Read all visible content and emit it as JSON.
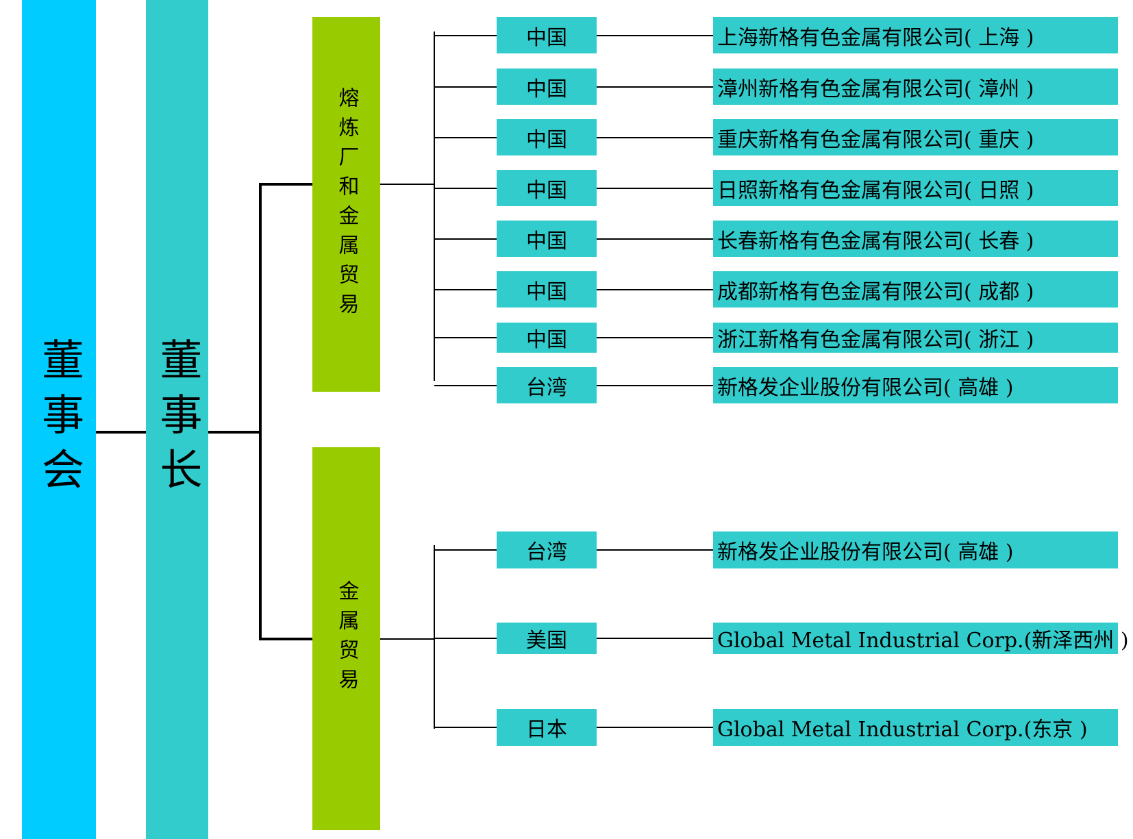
{
  "board": {
    "label": "董事会",
    "color": "#00CCFF"
  },
  "chairman": {
    "label": "董事长",
    "color": "#33CCCC"
  },
  "divisions": [
    {
      "label": "熔炼厂和金属贸易",
      "color": "#99CC00",
      "branches": [
        {
          "country": "中国",
          "company": "上海新格有色金属有限公司( 上海 )"
        },
        {
          "country": "中国",
          "company": "漳州新格有色金属有限公司( 漳州 )"
        },
        {
          "country": "中国",
          "company": "重庆新格有色金属有限公司( 重庆 )"
        },
        {
          "country": "中国",
          "company": "日照新格有色金属有限公司( 日照 )"
        },
        {
          "country": "中国",
          "company": "长春新格有色金属有限公司( 长春 )"
        },
        {
          "country": "中国",
          "company": "成都新格有色金属有限公司( 成都 )"
        },
        {
          "country": "中国",
          "company": "浙江新格有色金属有限公司( 浙江 )"
        },
        {
          "country": "台湾",
          "company": "新格发企业股份有限公司( 高雄 )"
        }
      ]
    },
    {
      "label": "金属贸易",
      "color": "#99CC00",
      "branches": [
        {
          "country": "台湾",
          "company": "新格发企业股份有限公司( 高雄 )"
        },
        {
          "country": "美国",
          "company": "Global Metal Industrial Corp.(新泽西州 )"
        },
        {
          "country": "日本",
          "company": "Global Metal Industrial Corp.(东京 )"
        }
      ]
    }
  ]
}
